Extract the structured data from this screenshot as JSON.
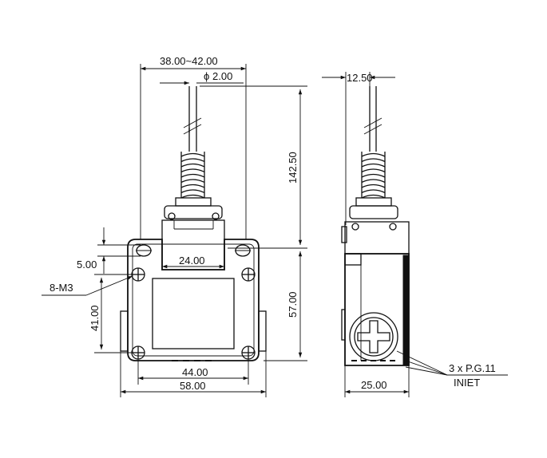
{
  "dimensions": {
    "lever_width_range": "38.00~42.00",
    "lever_diameter": "2.00",
    "lever_diameter_symbol": "ϕ",
    "lever_length": "142.50",
    "head_width": "24.00",
    "hole_offset": "5.00",
    "mount_holes": "8-M3",
    "vertical_hole_pitch": "41.00",
    "body_height": "57.00",
    "horizontal_hole_pitch": "44.00",
    "body_width": "58.00",
    "side_lever_offset": "12.50",
    "body_depth": "25.00"
  },
  "notes": {
    "conduit": "3 x P.G.11",
    "inlet": "INIET"
  }
}
